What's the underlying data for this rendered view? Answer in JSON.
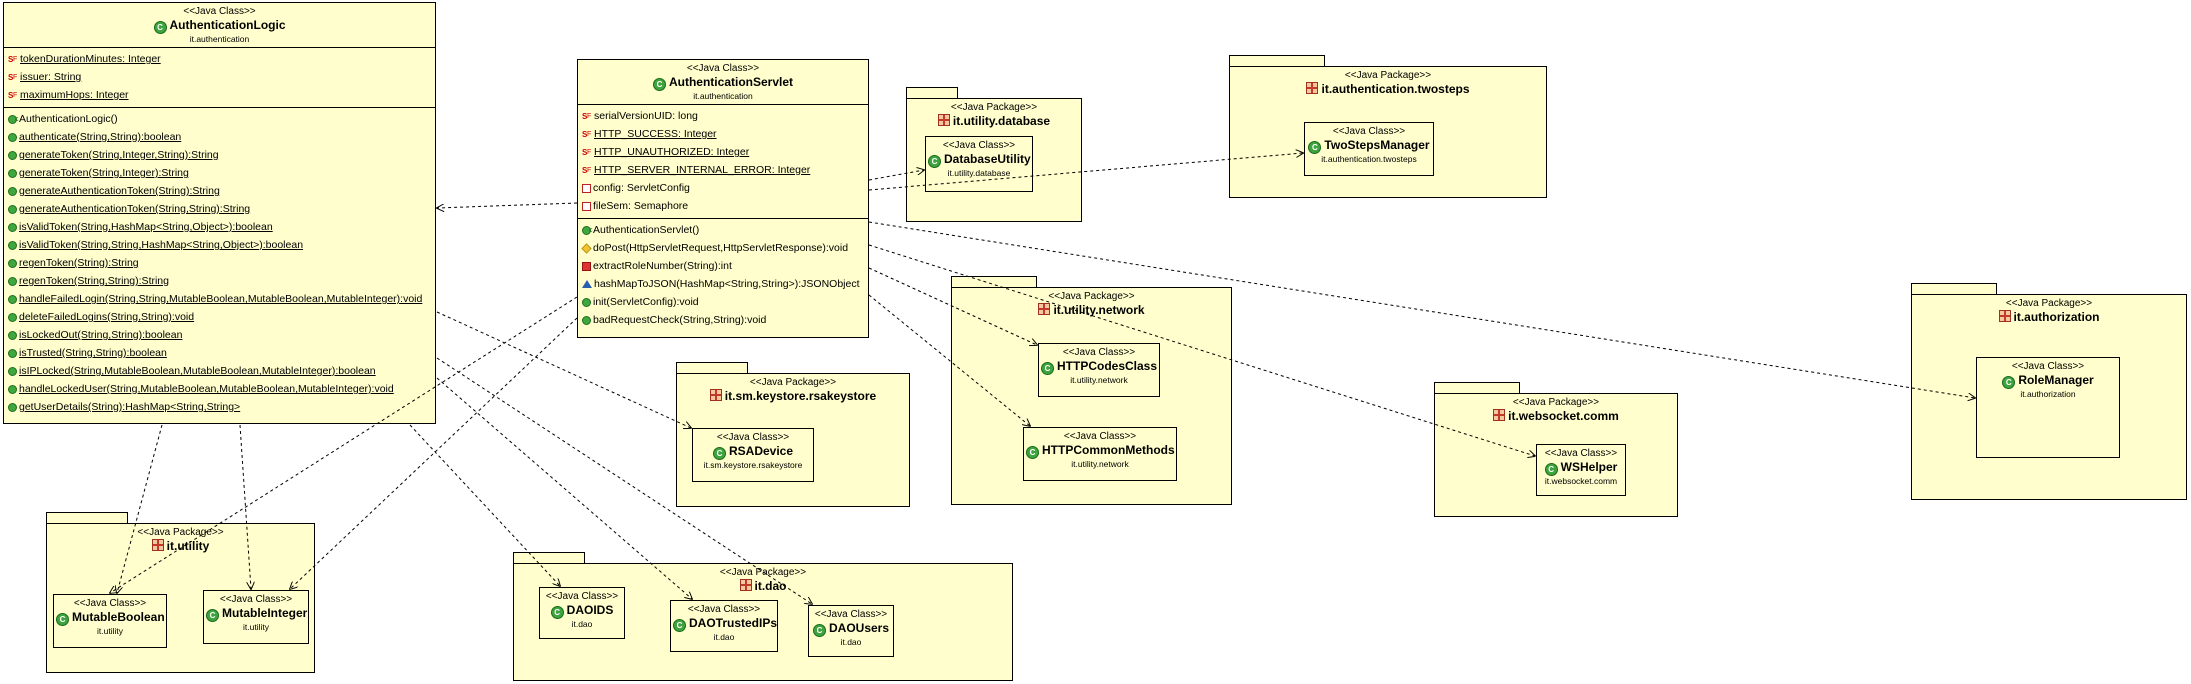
{
  "classes": {
    "authentication_logic": {
      "stereotype": "<<Java Class>>",
      "name": "AuthenticationLogic",
      "package": "it.authentication",
      "fields": [
        "tokenDurationMinutes: Integer",
        "issuer: String",
        "maximumHops: Integer"
      ],
      "methods": [
        "AuthenticationLogic()",
        "authenticate(String,String):boolean",
        "generateToken(String,Integer,String):String",
        "generateToken(String,Integer):String",
        "generateAuthenticationToken(String):String",
        "generateAuthenticationToken(String,String):String",
        "isValidToken(String,HashMap<String,Object>):boolean",
        "isValidToken(String,String,HashMap<String,Object>):boolean",
        "regenToken(String):String",
        "regenToken(String,String):String",
        "handleFailedLogin(String,String,MutableBoolean,MutableBoolean,MutableInteger):void",
        "deleteFailedLogins(String,String):void",
        "isLockedOut(String,String):boolean",
        "isTrusted(String,String):boolean",
        "isIPLocked(String,MutableBoolean,MutableBoolean,MutableInteger):boolean",
        "handleLockedUser(String,MutableBoolean,MutableBoolean,MutableInteger):void",
        "getUserDetails(String):HashMap<String,String>"
      ]
    },
    "authentication_servlet": {
      "stereotype": "<<Java Class>>",
      "name": "AuthenticationServlet",
      "package": "it.authentication",
      "fields": [
        "serialVersionUID: long",
        "HTTP_SUCCESS: Integer",
        "HTTP_UNAUTHORIZED: Integer",
        "HTTP_SERVER_INTERNAL_ERROR: Integer",
        "config: ServletConfig",
        "fileSem: Semaphore"
      ],
      "methods": [
        "AuthenticationServlet()",
        "doPost(HttpServletRequest,HttpServletResponse):void",
        "extractRoleNumber(String):int",
        "hashMapToJSON(HashMap<String,String>):JSONObject",
        "init(ServletConfig):void",
        "badRequestCheck(String,String):void"
      ]
    },
    "database_utility": {
      "stereotype": "<<Java Class>>",
      "name": "DatabaseUtility",
      "package": "it.utility.database"
    },
    "two_steps_manager": {
      "stereotype": "<<Java Class>>",
      "name": "TwoStepsManager",
      "package": "it.authentication.twosteps"
    },
    "http_codes_class": {
      "stereotype": "<<Java Class>>",
      "name": "HTTPCodesClass",
      "package": "it.utility.network"
    },
    "http_common_methods": {
      "stereotype": "<<Java Class>>",
      "name": "HTTPCommonMethods",
      "package": "it.utility.network"
    },
    "rsa_device": {
      "stereotype": "<<Java Class>>",
      "name": "RSADevice",
      "package": "it.sm.keystore.rsakeystore"
    },
    "ws_helper": {
      "stereotype": "<<Java Class>>",
      "name": "WSHelper",
      "package": "it.websocket.comm"
    },
    "role_manager": {
      "stereotype": "<<Java Class>>",
      "name": "RoleManager",
      "package": "it.authorization"
    },
    "mutable_boolean": {
      "stereotype": "<<Java Class>>",
      "name": "MutableBoolean",
      "package": "it.utility"
    },
    "mutable_integer": {
      "stereotype": "<<Java Class>>",
      "name": "MutableInteger",
      "package": "it.utility"
    },
    "dao_ids": {
      "stereotype": "<<Java Class>>",
      "name": "DAOIDS",
      "package": "it.dao"
    },
    "dao_trusted_ips": {
      "stereotype": "<<Java Class>>",
      "name": "DAOTrustedIPs",
      "package": "it.dao"
    },
    "dao_users": {
      "stereotype": "<<Java Class>>",
      "name": "DAOUsers",
      "package": "it.dao"
    }
  },
  "packages": {
    "utility_database": {
      "stereotype": "<<Java Package>>",
      "name": "it.utility.database"
    },
    "authentication_twosteps": {
      "stereotype": "<<Java Package>>",
      "name": "it.authentication.twosteps"
    },
    "utility_network": {
      "stereotype": "<<Java Package>>",
      "name": "it.utility.network"
    },
    "sm_keystore_rsakeystore": {
      "stereotype": "<<Java Package>>",
      "name": "it.sm.keystore.rsakeystore"
    },
    "websocket_comm": {
      "stereotype": "<<Java Package>>",
      "name": "it.websocket.comm"
    },
    "authorization": {
      "stereotype": "<<Java Package>>",
      "name": "it.authorization"
    },
    "utility": {
      "stereotype": "<<Java Package>>",
      "name": "it.utility"
    },
    "dao": {
      "stereotype": "<<Java Package>>",
      "name": "it.dao"
    }
  }
}
